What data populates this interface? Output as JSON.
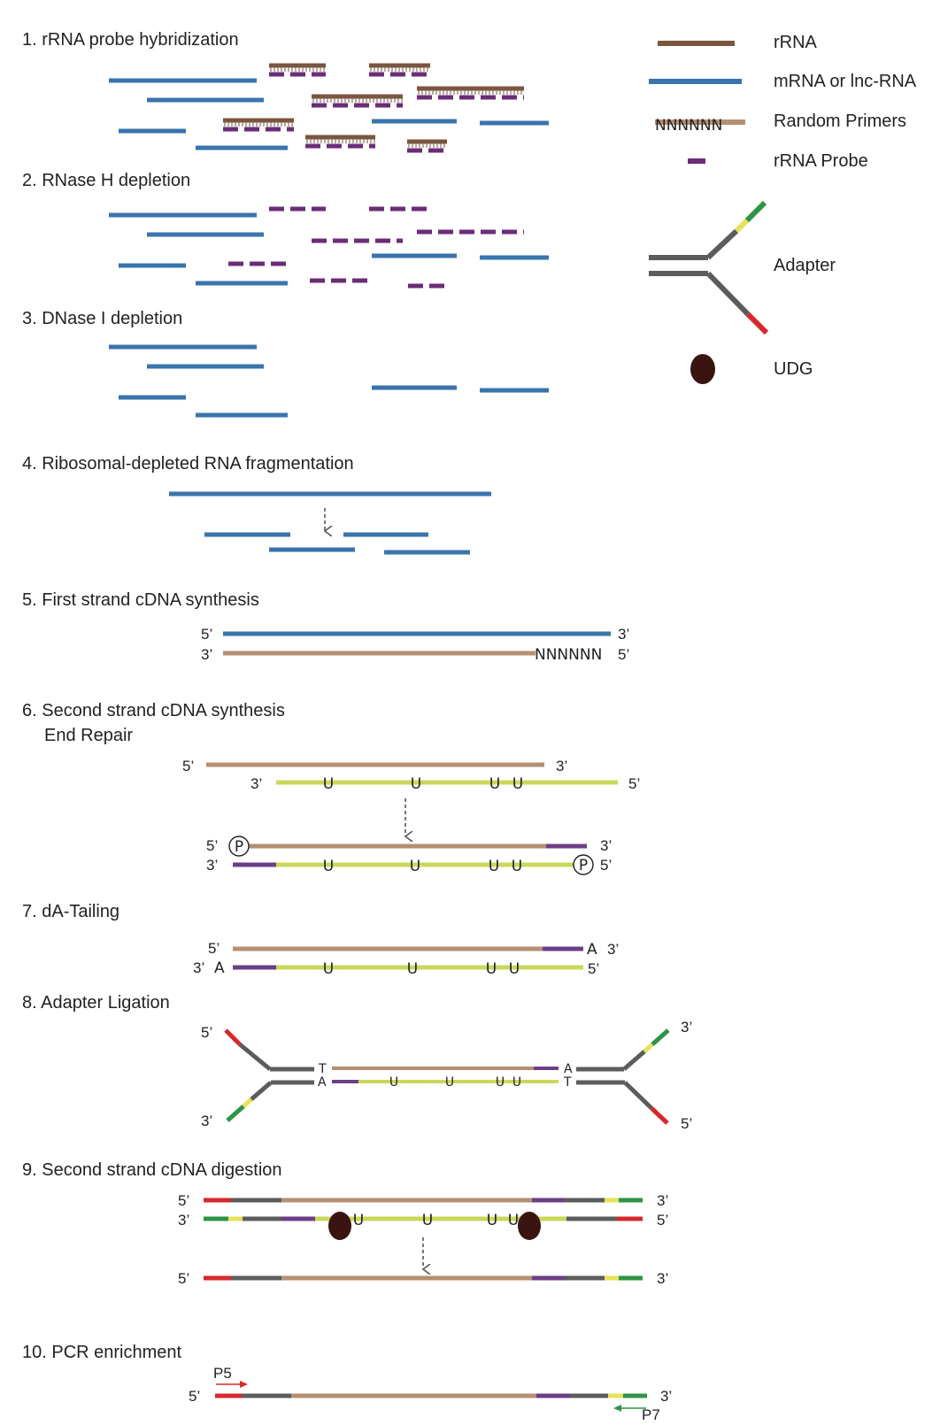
{
  "colors": {
    "rrna": "#7a5640",
    "mrna": "#3a74ad",
    "primer": "#b48f72",
    "probe": "#6b2c78",
    "adapter_gray": "#5c5c5c",
    "adapter_yellow": "#e6e35a",
    "adapter_green": "#2e9447",
    "adapter_red": "#d8282c",
    "second_strand": "#c9d85a",
    "end_purple": "#6b3f87",
    "udg": "#3a1410",
    "p5_arrow": "#d8282c",
    "p7_arrow": "#2e9447"
  },
  "legend": {
    "rrna": "rRNA",
    "mrna": "mRNA or lnc-RNA",
    "primers": "Random Primers",
    "primers_seq": "NNNNNN",
    "probe": "rRNA Probe",
    "adapter": "Adapter",
    "udg": "UDG"
  },
  "steps": {
    "s1": "1. rRNA probe hybridization",
    "s2": "2. RNase H depletion",
    "s3": "3. DNase I depletion",
    "s4": "4. Ribosomal-depleted RNA fragmentation",
    "s5": "5. First strand cDNA synthesis",
    "s6a": "6. Second strand cDNA synthesis",
    "s6b": "End Repair",
    "s7": "7. dA-Tailing",
    "s8": "8. Adapter Ligation",
    "s9": "9. Second strand cDNA digestion",
    "s10": "10. PCR enrichment"
  },
  "labels": {
    "five": "5’",
    "three": "3’",
    "nnnnnn": "NNNNNN",
    "u": "U",
    "a": "A",
    "t": "T",
    "p": "P",
    "p5": "P5",
    "p7": "P7"
  }
}
